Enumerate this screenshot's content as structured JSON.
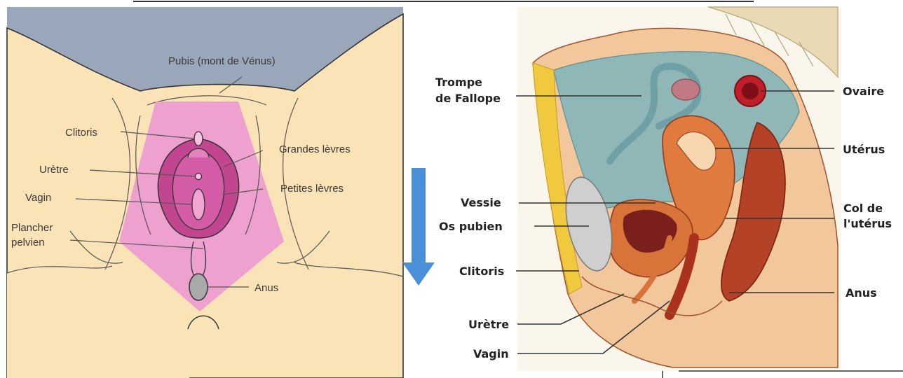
{
  "left_panel": {
    "labels": {
      "pubis": "Pubis (mont de Vénus)",
      "clitoris": "Clitoris",
      "grandes_levres": "Grandes lèvres",
      "uretre": "Urètre",
      "vagin": "Vagin",
      "petites_levres": "Petites lèvres",
      "plancher_1": "Plancher",
      "plancher_2": "pelvien",
      "anus": "Anus"
    }
  },
  "right_panel": {
    "labels": {
      "trompe_1": "Trompe",
      "trompe_2": "de Fallope",
      "ovaire": "Ovaire",
      "uterus": "Utérus",
      "vessie": "Vessie",
      "os_pubien": "Os pubien",
      "col_1": "Col de",
      "col_2": "l'utérus",
      "clitoris": "Clitoris",
      "anus": "Anus",
      "uretre": "Urètre",
      "vagin": "Vagin"
    }
  },
  "colors": {
    "skin": "#fbe3b8",
    "background_gray": "#9aa6b9",
    "pink_area": "#eea1cf",
    "labia": "#c1468f",
    "arrow": "#4a90d9"
  }
}
